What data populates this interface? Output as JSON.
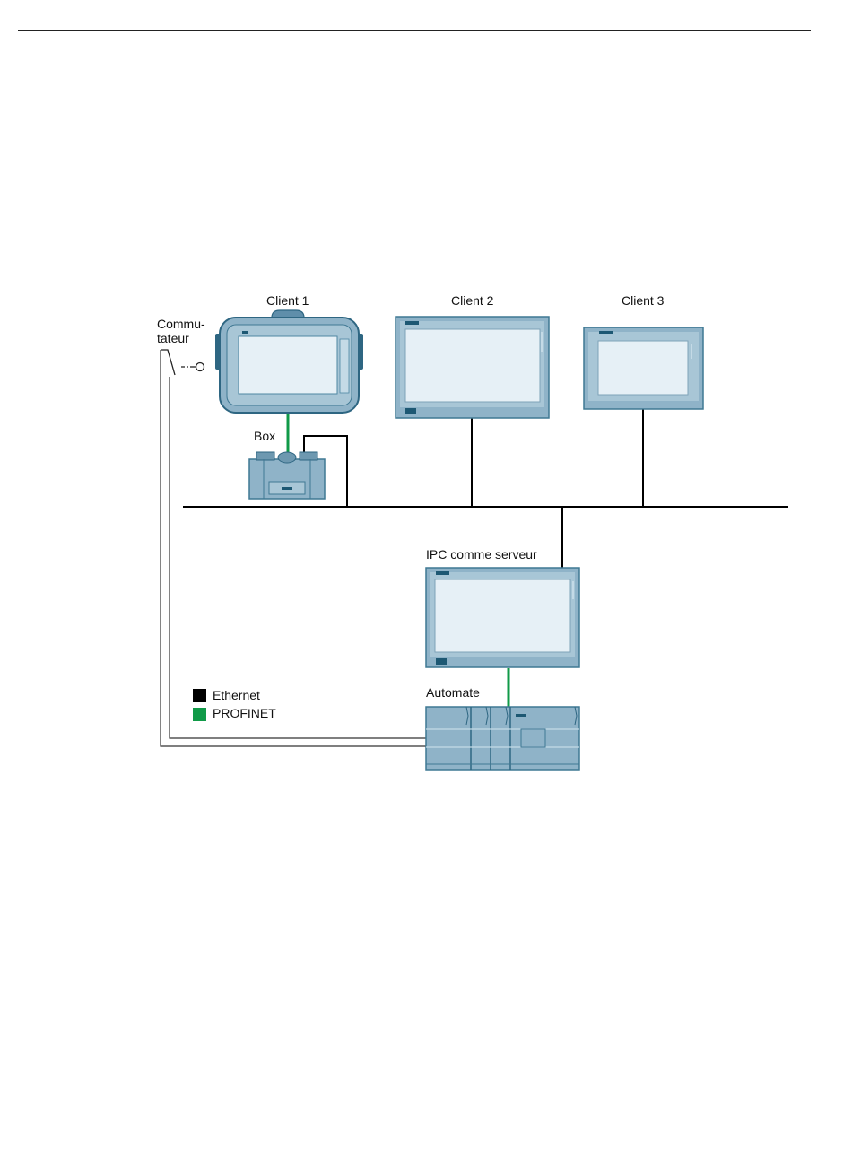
{
  "labels": {
    "client1": "Client 1",
    "client2": "Client 2",
    "client3": "Client 3",
    "switch_line1": "Commu-",
    "switch_line2": "tateur",
    "box": "Box",
    "ipc_server": "IPC comme serveur",
    "plc": "Automate"
  },
  "legend": {
    "items": [
      {
        "label": "Ethernet",
        "color": "#000000"
      },
      {
        "label": "PROFINET",
        "color": "#109a48"
      }
    ]
  },
  "colors": {
    "ethernet": "#000000",
    "profinet": "#109a48",
    "device_frame": "#7ea3b8",
    "device_border": "#3f7893",
    "device_screen": "#e6f0f6",
    "device_accent": "#1d5873"
  },
  "icons": {
    "switch": "switch-symbol-icon",
    "client1": "mobile-panel-icon",
    "client2": "panel-pc-icon",
    "client3": "touch-panel-icon",
    "box": "connection-box-icon",
    "ipc": "industrial-pc-icon",
    "plc": "plc-controller-icon"
  }
}
